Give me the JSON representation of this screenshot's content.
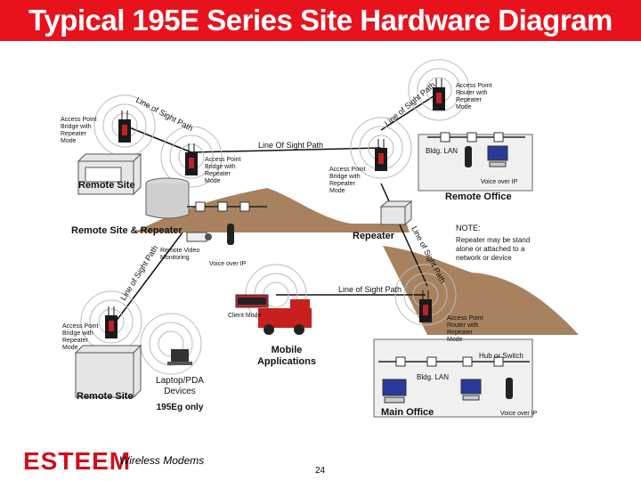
{
  "title": "Typical 195E Series Site Hardware Diagram",
  "labels": {
    "ap_top": [
      "Access Point",
      "Router with",
      "Repeater",
      "Mode"
    ],
    "ap_left": [
      "Access Point",
      "Bridge with",
      "Repeater",
      "Mode"
    ],
    "ap_center": [
      "Access Point",
      "Bridge with",
      "Repeater",
      "Mode"
    ],
    "ap_repeater": [
      "Access Point",
      "Bridge with",
      "Repeater",
      "Mode"
    ],
    "ap_lower_left": [
      "Access Point",
      "Bridge with",
      "Repeater",
      "Mode"
    ],
    "ap_main": [
      "Access Point",
      "Router with",
      "Repeater",
      "Mode"
    ],
    "los_1": "Line of Sight Path",
    "los_2": "Line of Sight Path",
    "los_3": "Line Of Sight Path",
    "los_4": "Line of Sight Path",
    "los_5": "Line of Sight Path",
    "los_6": "Line of Sight Path",
    "remote_site": "Remote Site",
    "remote_site_repeater": "Remote Site & Repeater",
    "remote_video": [
      "Remote Video",
      "Monitoring"
    ],
    "voip_1": "Voice over IP",
    "voip_2": "Voice over IP",
    "voip_3": "Voice over IP",
    "repeater": "Repeater",
    "bldg_lan_1": "Bldg. LAN",
    "bldg_lan_2": "Bldg. LAN",
    "remote_office": "Remote Office",
    "note_title": "NOTE:",
    "note_lines": [
      "Repeater may be stand",
      "alone or attached to a",
      "network or device"
    ],
    "client_mode": "Client Mode",
    "mobile": [
      "Mobile",
      "Applications"
    ],
    "laptop": [
      "Laptop/PDA",
      "Devices"
    ],
    "eg_only": "195Eg only",
    "remote_site_2": "Remote Site",
    "hub_switch": "Hub or Switch",
    "main_office": "Main Office"
  },
  "footer": {
    "logo": "ESTEEM",
    "subtitle": "Wireless Modems",
    "page": "24"
  },
  "colors": {
    "title_bg": "#e8121c",
    "logo": "#d0101a",
    "mountain": "#a8825f",
    "radio": "#1a1a1a",
    "radio_label": "#c0202a"
  }
}
